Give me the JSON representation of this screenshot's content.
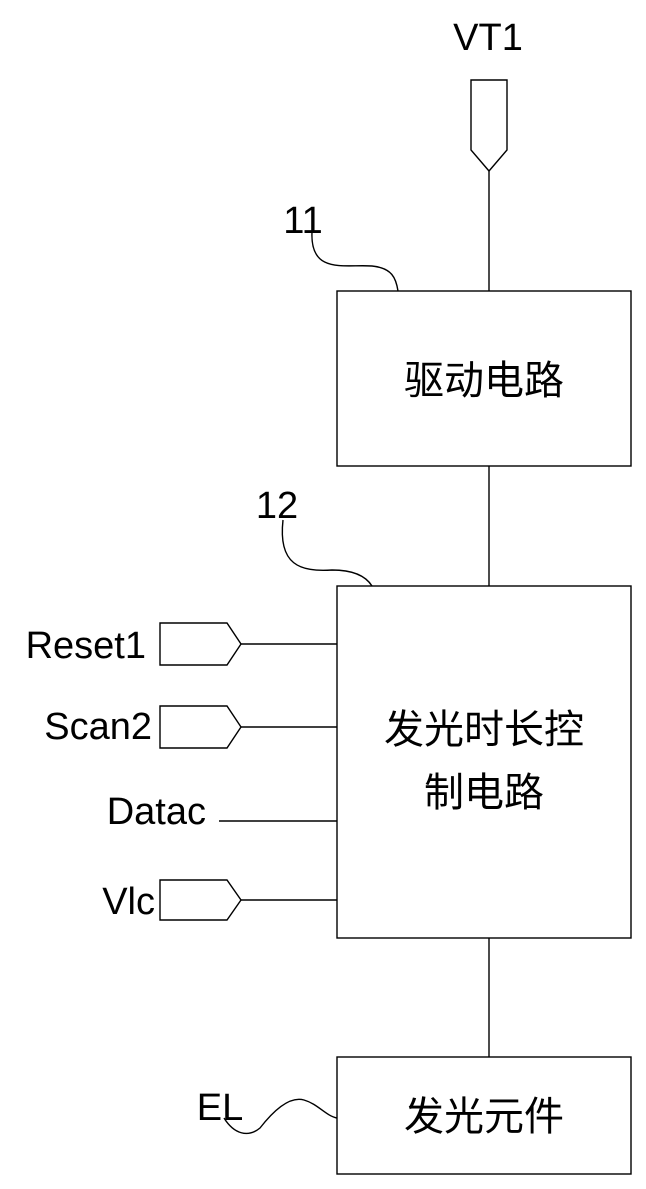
{
  "diagram": {
    "vt1_label": "VT1",
    "drive_ref": "11",
    "control_ref": "12",
    "drive_box_text": "驱动电路",
    "control_box_line1": "发光时长控",
    "control_box_line2": "制电路",
    "led_box_text": "发光元件",
    "el_label": "EL",
    "signals": {
      "reset": "Reset1",
      "scan": "Scan2",
      "data": "Datac",
      "vlc": "Vlc"
    }
  }
}
